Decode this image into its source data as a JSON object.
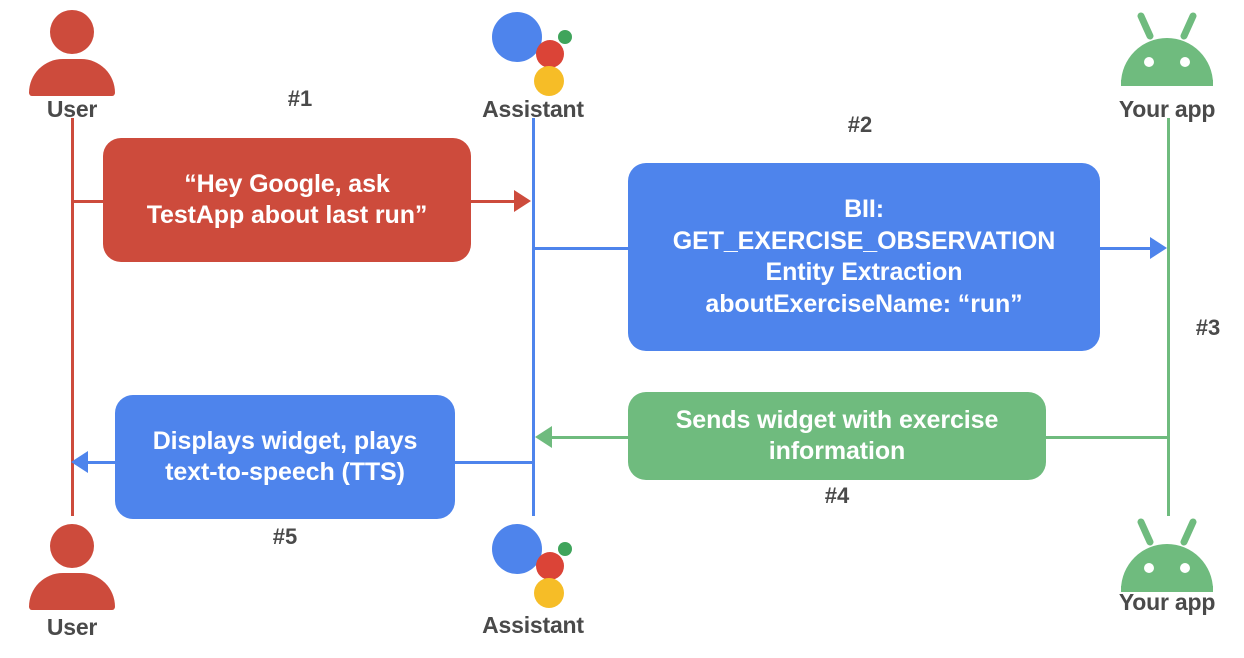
{
  "diagram": {
    "title": "Assistant App Actions sequence diagram",
    "colors": {
      "red": "#cd4b3c",
      "blue": "#4e84ec",
      "green": "#6fbb7e",
      "assistant_blue": "#4e84ec",
      "assistant_red": "#db4437",
      "assistant_green": "#3fa45b",
      "assistant_yellow": "#f6bd27",
      "label_gray": "#4a4a4a",
      "background": "#ffffff"
    }
  },
  "actors": {
    "user_top": "User",
    "assistant_top": "Assistant",
    "app_top": "Your app",
    "user_bottom": "User",
    "assistant_bottom": "Assistant",
    "app_bottom": "Your app"
  },
  "icons": {
    "user_top": "person-icon",
    "assistant_top": "google-assistant-icon",
    "app_top": "android-robot-icon",
    "user_bottom": "person-icon",
    "assistant_bottom": "google-assistant-icon",
    "app_bottom": "android-robot-icon"
  },
  "steps": {
    "one": "#1",
    "two": "#2",
    "three": "#3",
    "four": "#4",
    "five": "#5"
  },
  "messages": {
    "user_request": {
      "line1": "“Hey Google, ask",
      "line2": "TestApp about last run”"
    },
    "bii": {
      "line1": "BII:",
      "line2": "GET_EXERCISE_OBSERVATION",
      "line3": "Entity Extraction",
      "line4": "aboutExerciseName: “run”"
    },
    "app_response": {
      "line1": "Sends widget with exercise",
      "line2": "information"
    },
    "assistant_output": {
      "line1": "Displays widget, plays",
      "line2": "text-to-speech (TTS)"
    }
  }
}
